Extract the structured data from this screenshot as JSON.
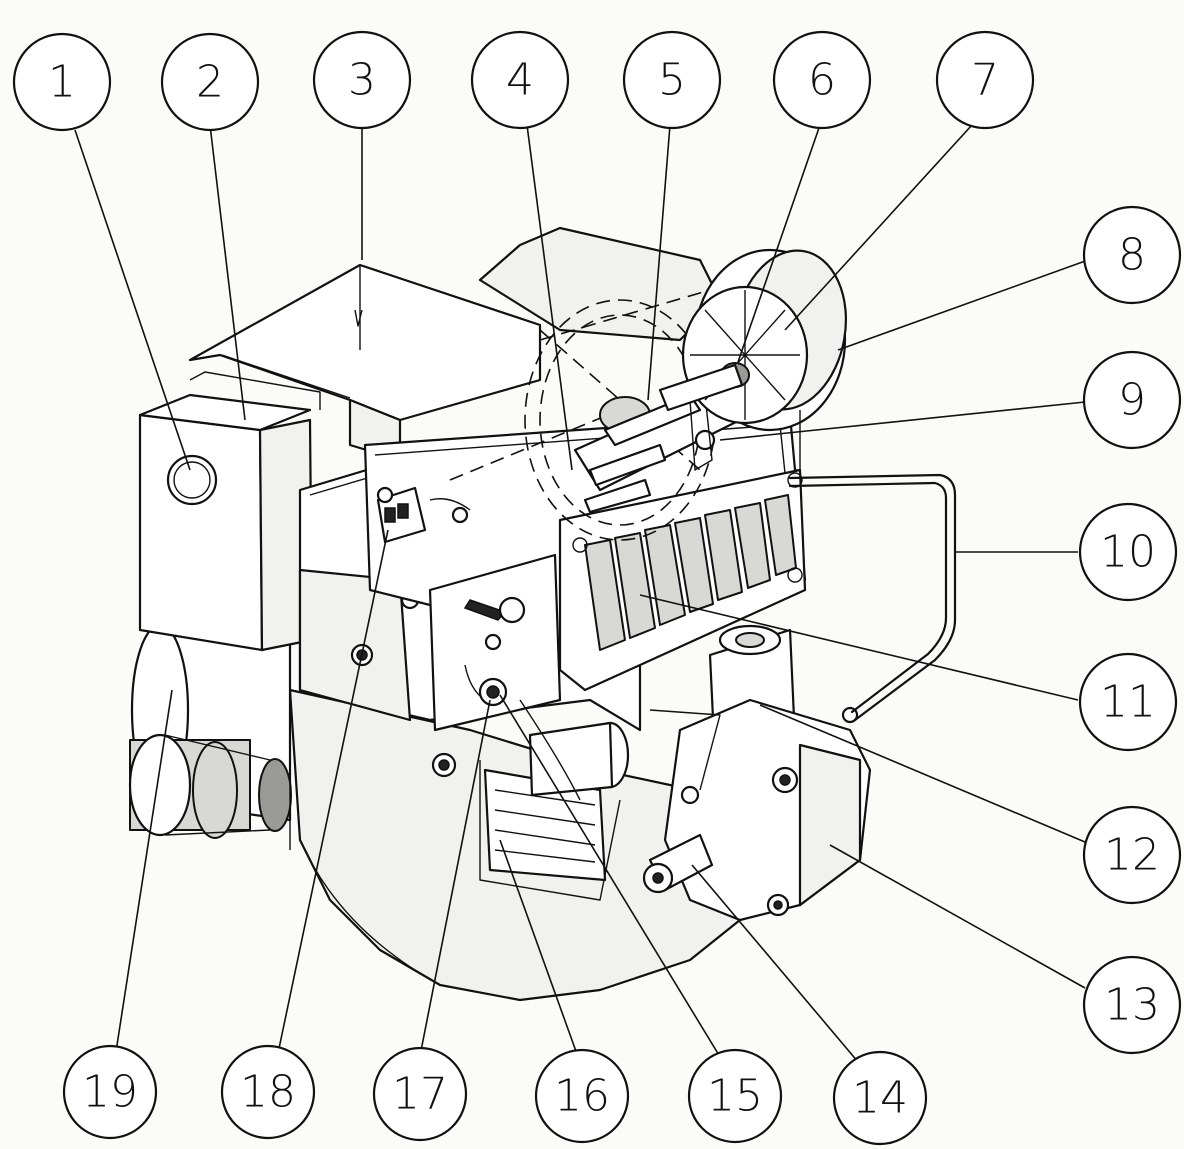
{
  "callouts": [
    {
      "id": 1,
      "label": "1"
    },
    {
      "id": 2,
      "label": "2"
    },
    {
      "id": 3,
      "label": "3"
    },
    {
      "id": 4,
      "label": "4"
    },
    {
      "id": 5,
      "label": "5"
    },
    {
      "id": 6,
      "label": "6"
    },
    {
      "id": 7,
      "label": "7"
    },
    {
      "id": 8,
      "label": "8"
    },
    {
      "id": 9,
      "label": "9"
    },
    {
      "id": 10,
      "label": "10"
    },
    {
      "id": 11,
      "label": "11"
    },
    {
      "id": 12,
      "label": "12"
    },
    {
      "id": 13,
      "label": "13"
    },
    {
      "id": 14,
      "label": "14"
    },
    {
      "id": 15,
      "label": "15"
    },
    {
      "id": 16,
      "label": "16"
    },
    {
      "id": 17,
      "label": "17"
    },
    {
      "id": 18,
      "label": "18"
    },
    {
      "id": 19,
      "label": "19"
    }
  ],
  "colors": {
    "line": "#111111",
    "paper": "#fbfbf9"
  }
}
